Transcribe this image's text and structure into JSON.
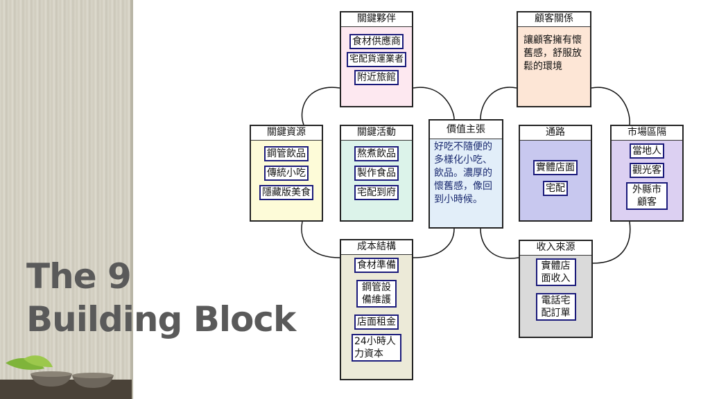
{
  "title": {
    "line1": "The 9",
    "line2": "Building Block"
  },
  "blocks": {
    "key_partners": {
      "header": "關鍵夥伴",
      "items": [
        "食材供應商",
        "宅配貨運業者",
        "附近旅館"
      ]
    },
    "customer_relationships": {
      "header": "顧客關係",
      "text": "讓顧客擁有懷舊感，舒服放鬆的環境"
    },
    "key_resources": {
      "header": "關鍵資源",
      "items": [
        "鋼管飲品",
        "傳統小吃",
        "隱藏版美食"
      ]
    },
    "key_activities": {
      "header": "關鍵活動",
      "items": [
        "熬煮飲品",
        "製作食品",
        "宅配到府"
      ]
    },
    "value_proposition": {
      "header": "價值主張",
      "text": "好吃不隨便的多樣化小吃、飲品。濃厚的懷舊感，像回到小時候。"
    },
    "channels": {
      "header": "通路",
      "items": [
        "實體店面",
        "宅配"
      ]
    },
    "customer_segments": {
      "header": "市場區隔",
      "items": [
        "當地人",
        "觀光客",
        "外縣市顧客"
      ]
    },
    "cost_structure": {
      "header": "成本結構",
      "items": [
        "食材準備",
        "鋼管設備維護",
        "店面租金",
        "24小時人力資本"
      ]
    },
    "revenue_streams": {
      "header": "收入來源",
      "items": [
        "實體店面收入",
        "電話宅配訂單"
      ]
    }
  },
  "colors": {
    "key_partners": "#fde8f0",
    "customer_relationships": "#fde6d6",
    "key_resources": "#fdfbd8",
    "key_activities": "#dcf3ea",
    "value_proposition": "#e2eef9",
    "channels": "#c8c8ef",
    "customer_segments": "#dcd0f2",
    "cost_structure": "#ecead8",
    "revenue_streams": "#dadada"
  }
}
